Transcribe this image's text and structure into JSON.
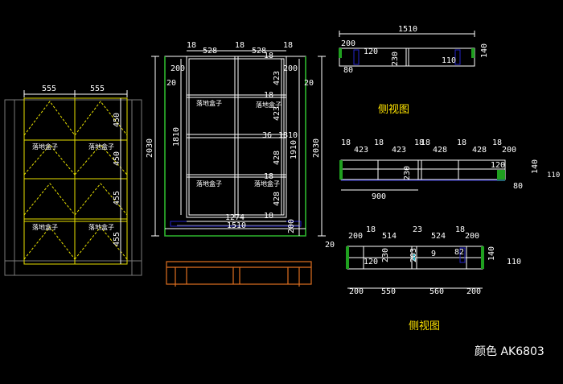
{
  "drawing": {
    "title_text": "颜色 AK6803",
    "side_view_label_1": "侧视图",
    "side_view_label_2": "侧视图",
    "item_label": "落地盒子"
  },
  "left_view": {
    "widths": [
      "555",
      "555"
    ],
    "heights": [
      "450",
      "450",
      "455",
      "455"
    ]
  },
  "front_view": {
    "top_dims": [
      "18",
      "528",
      "18",
      "528",
      "18"
    ],
    "left_dims": [
      "200",
      "20",
      "1810",
      "2030"
    ],
    "right_dims": [
      "423",
      "18",
      "36",
      "18",
      "428",
      "18",
      "428",
      "18",
      "200",
      "1910",
      "2030",
      "20",
      "200",
      "18",
      "10"
    ],
    "bottom_dims": [
      "1274",
      "1510"
    ]
  },
  "top_section": {
    "width": "1510",
    "dims": [
      "200",
      "120",
      "230",
      "80",
      "110",
      "140"
    ]
  },
  "mid_section": {
    "dims": [
      "18",
      "423",
      "18",
      "423",
      "18",
      "18",
      "428",
      "18",
      "428",
      "18",
      "200",
      "230",
      "120",
      "140",
      "110",
      "80",
      "900"
    ]
  },
  "bottom_section": {
    "dims": [
      "200",
      "18",
      "514",
      "23",
      "524",
      "18",
      "200",
      "20",
      "120",
      "230",
      "203",
      "9",
      "82",
      "140",
      "110",
      "200",
      "550",
      "560",
      "200"
    ]
  },
  "colors": {
    "background": "#000000",
    "line": "#ffffff",
    "accent_yellow": "#e8e000",
    "accent_green": "#2db82d",
    "accent_blue": "#2424c8",
    "accent_orange": "#e07020"
  }
}
